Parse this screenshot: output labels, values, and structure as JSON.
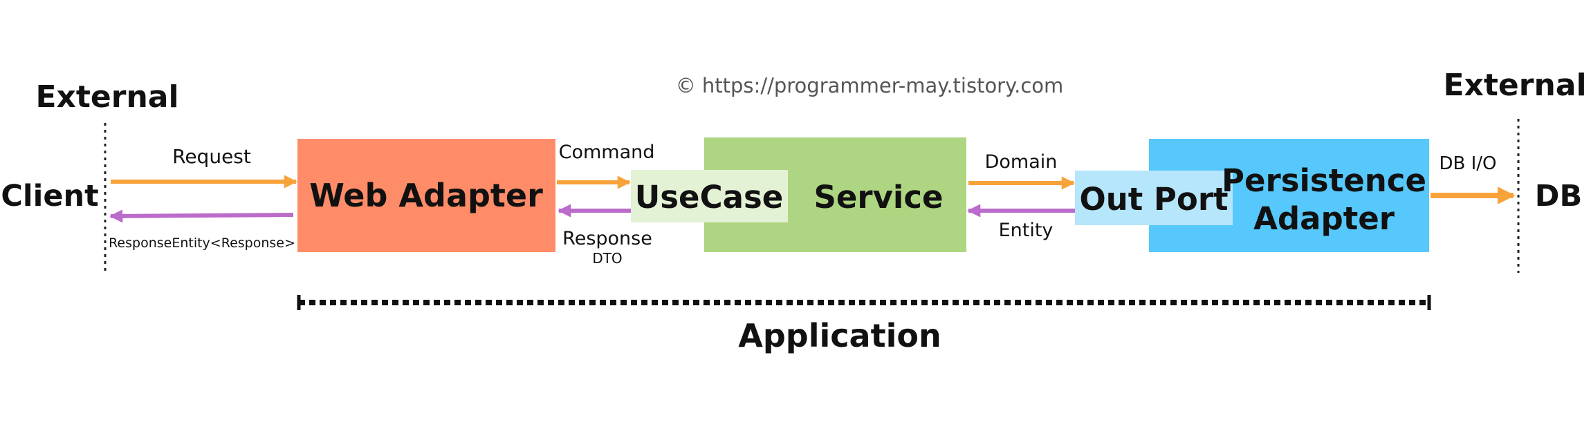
{
  "watermark": "© https://programmer-may.tistory.com",
  "left": {
    "external_label": "External",
    "client_label": "Client"
  },
  "right": {
    "external_label": "External",
    "db_label": "DB"
  },
  "arrows": {
    "request": "Request",
    "response_entity": "ResponseEntity<Response>",
    "command": "Command",
    "response": "Response",
    "dto": "DTO",
    "domain": "Domain",
    "entity": "Entity",
    "db_io": "DB I/O"
  },
  "boxes": {
    "web_adapter": "Web Adapter",
    "usecase": "UseCase",
    "service": "Service",
    "out_port": "Out Port",
    "persistence_line1": "Persistence",
    "persistence_line2": "Adapter"
  },
  "application_label": "Application",
  "colors": {
    "web_adapter": "#ff8c69",
    "service": "#aed581",
    "usecase": "#e3f1d4",
    "persistence": "#56c8fb",
    "out_port": "#b5e6fb",
    "forward_arrow": "#f7a33a",
    "return_arrow": "#bb6bc9"
  }
}
